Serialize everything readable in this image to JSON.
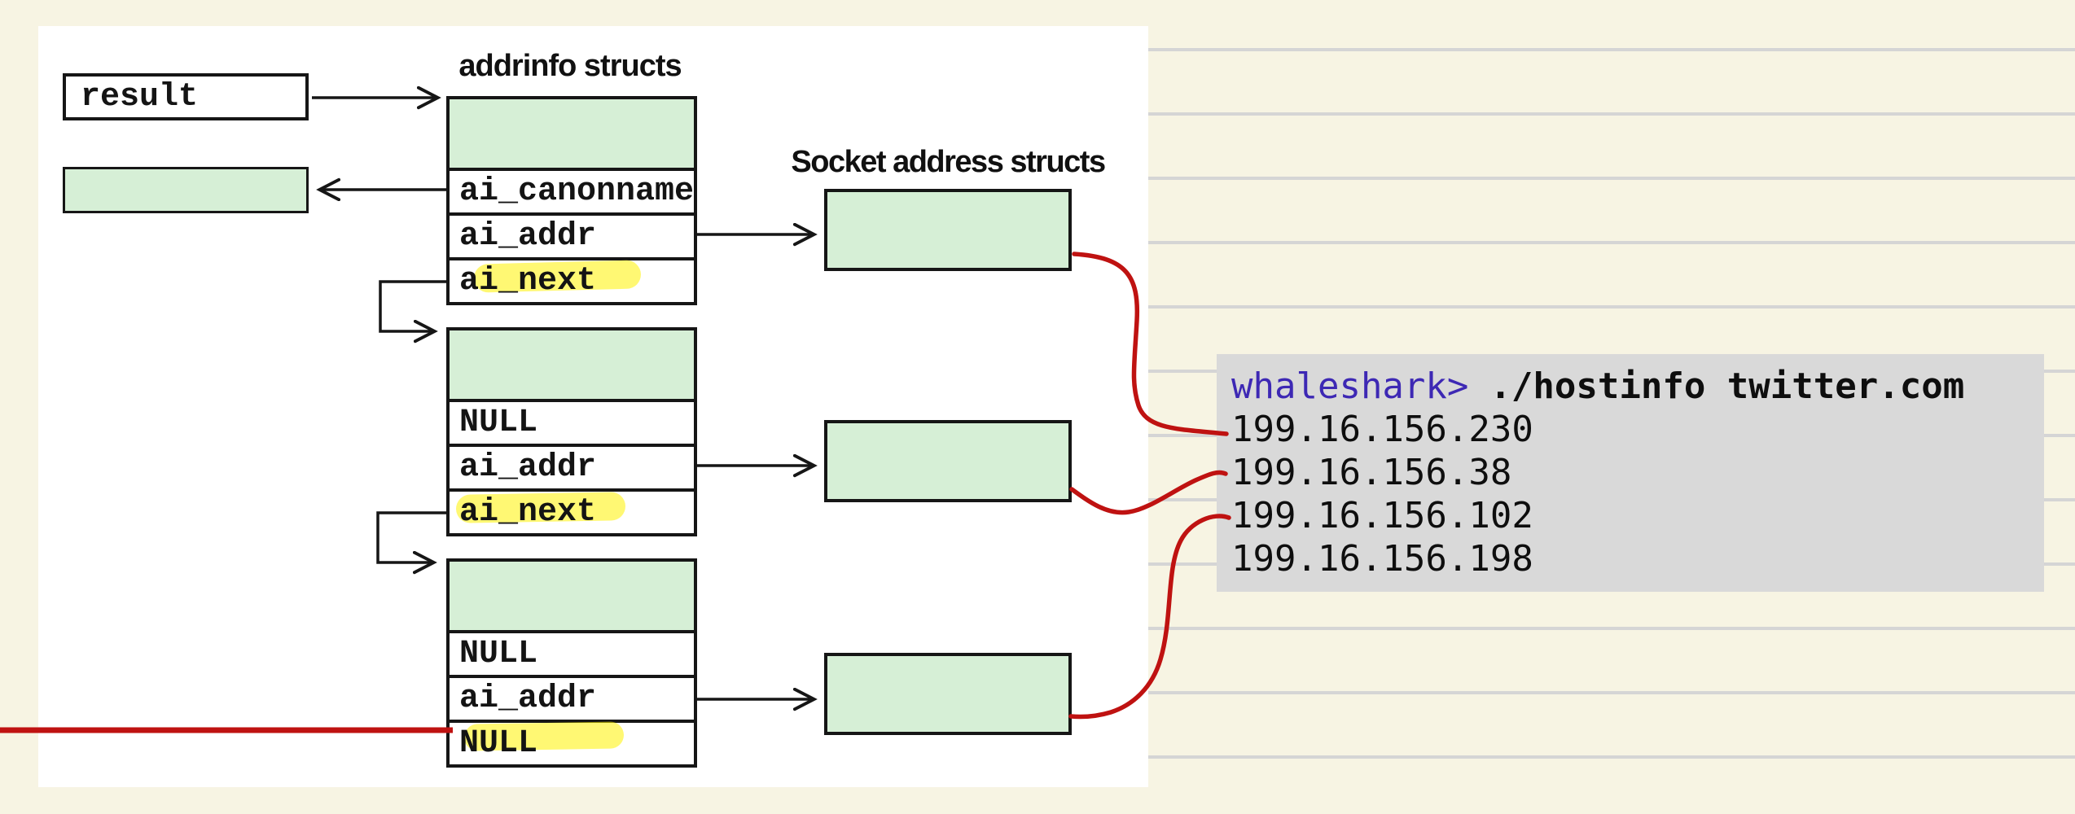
{
  "slide": {
    "titles": {
      "addrinfo": "addrinfo structs",
      "socket": "Socket address structs"
    },
    "result_box_label": "result",
    "addrinfo_structs": [
      {
        "fields": [
          "ai_canonname",
          "ai_addr",
          "ai_next"
        ]
      },
      {
        "fields": [
          "NULL",
          "ai_addr",
          "ai_next"
        ]
      },
      {
        "fields": [
          "NULL",
          "ai_addr",
          "NULL"
        ]
      }
    ],
    "terminal": {
      "prompt": "whaleshark>",
      "command": "./hostinfo twitter.com",
      "output_lines": [
        "199.16.156.230",
        "199.16.156.38",
        "199.16.156.102",
        "199.16.156.198"
      ]
    },
    "colors": {
      "page_background": "#f7f4e3",
      "canvas_background": "#ffffff",
      "struct_green": "#d6efd6",
      "terminal_background": "#d9d9d9",
      "prompt_purple": "#3d28b4",
      "connector_red": "#bf1211",
      "highlight_yellow": "#fff200",
      "ruled_line_gray": "#d5d5d5",
      "border_black": "#161616"
    }
  }
}
